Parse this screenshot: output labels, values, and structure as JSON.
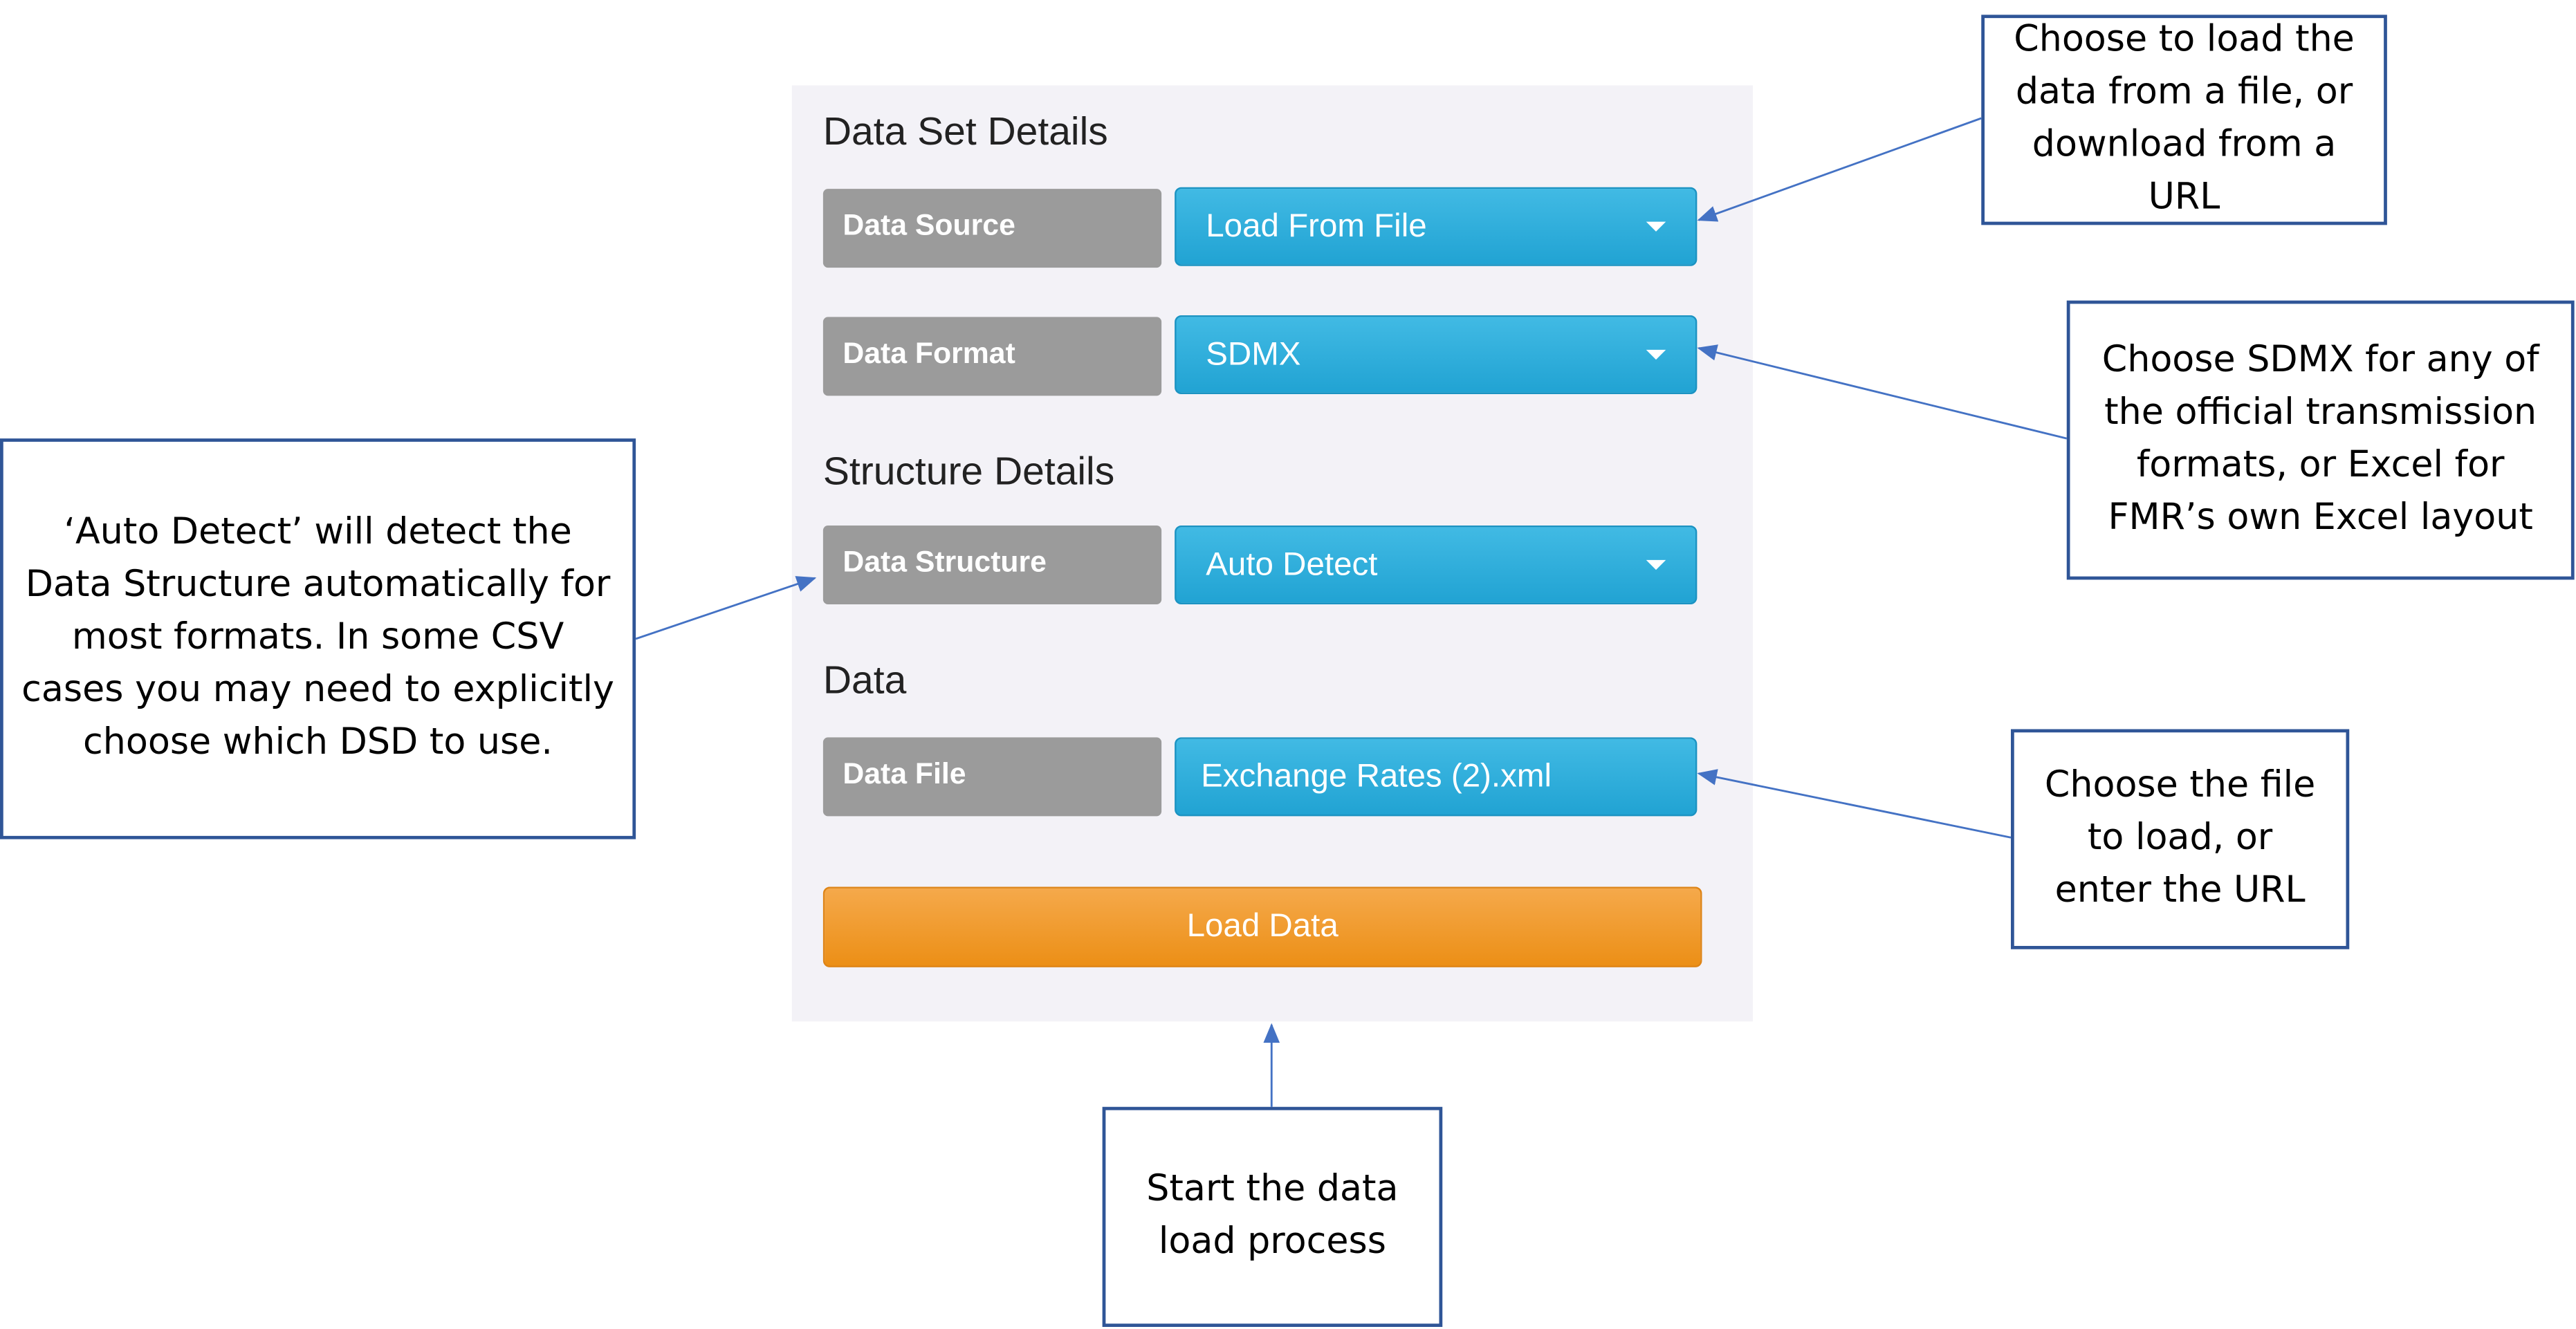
{
  "form": {
    "dataset_heading": "Data Set Details",
    "structure_heading": "Structure Details",
    "data_heading": "Data",
    "data_source": {
      "label": "Data Source",
      "value": "Load From File"
    },
    "data_format": {
      "label": "Data Format",
      "value": "SDMX"
    },
    "data_structure": {
      "label": "Data Structure",
      "value": "Auto Detect"
    },
    "data_file": {
      "label": "Data File",
      "value": "Exchange Rates (2).xml"
    },
    "load_button": "Load Data"
  },
  "callouts": {
    "source": [
      "Choose to load the",
      "data from a file, or",
      "download from a",
      "URL"
    ],
    "format": [
      "Choose SDMX for any of",
      "the official transmission",
      "formats, or Excel for",
      "FMR’s own Excel layout"
    ],
    "structure": [
      "‘Auto Detect’ will detect the",
      "Data Structure automatically for",
      "most formats. In some CSV",
      "cases you may need to explicitly",
      "choose which DSD to use."
    ],
    "file": [
      "Choose the file",
      "to load, or",
      "enter the URL"
    ],
    "load": [
      "Start the data",
      "load process"
    ]
  },
  "colors": {
    "select_blue": "#2aabd9",
    "label_gray": "#9b9b9b",
    "button_orange": "#ef9a2e",
    "callout_border": "#2f5597",
    "panel_bg": "#f3f2f7"
  },
  "icons": {
    "caret": "chevron-down-icon"
  }
}
